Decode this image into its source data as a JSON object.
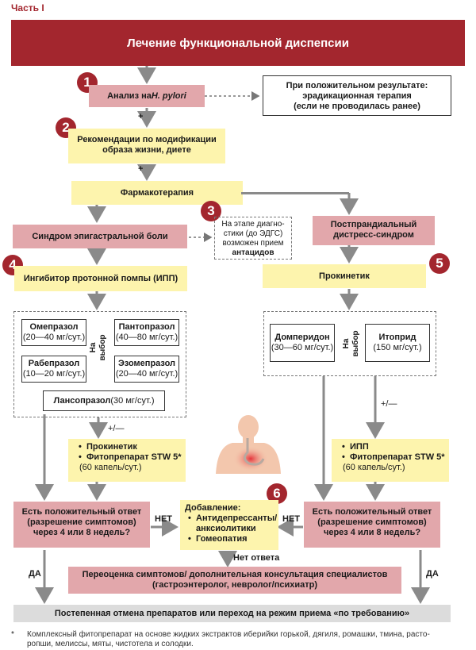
{
  "part_label": "Часть I",
  "title": "Лечение функциональной диспепсии",
  "steps": {
    "s1": "1",
    "s2": "2",
    "s3": "3",
    "s4": "4",
    "s5": "5",
    "s6": "6"
  },
  "hp_test": {
    "prefix": "Анализ на ",
    "italic": "H. pylori"
  },
  "hp_positive": {
    "line1": "При положительном результате:",
    "line2": "эрадикационная терапия",
    "line3": "(если не проводилась ранее)"
  },
  "plus": "+",
  "lifestyle": {
    "line1": "Рекомендации по модификации",
    "line2": "образа жизни, диете"
  },
  "pharmacotherapy": "Фармакотерапия",
  "epigastric": "Синдром эпигастральной боли",
  "antacids": {
    "line1": "На этапе диагно-",
    "line2": "стики (до ЭДГС)",
    "line3": "возможен прием",
    "line4": "антацидов"
  },
  "postprandial": {
    "line1": "Постпрандиальный",
    "line2": "дистресс-синдром"
  },
  "ppi": "Ингибитор протонной помпы (ИПП)",
  "prokinetic": "Прокинетик",
  "choice": "На выбор",
  "ppi_drugs": [
    {
      "name": "Омепразол",
      "dose": "(20—40 мг/сут.)"
    },
    {
      "name": "Пантопразол",
      "dose": "(40—80 мг/сут.)"
    },
    {
      "name": "Рабепразол",
      "dose": "(10—20 мг/сут.)"
    },
    {
      "name": "Эзомепразол",
      "dose": "(20—40 мг/сут.)"
    }
  ],
  "lansoprazole": {
    "name": "Лансопразол",
    "dose": " (30 мг/сут.)"
  },
  "prokinetic_drugs": [
    {
      "name": "Домперидон",
      "dose": "(30—60 мг/сут.)"
    },
    {
      "name": "Итоприд",
      "dose": "(150 мг/сут.)"
    }
  ],
  "plus_minus": "+/—",
  "left_addon": {
    "item1": "Прокинетик",
    "item2": "Фитопрепарат STW 5*",
    "dose": "(60 капель/сут.)"
  },
  "right_addon": {
    "item1": "ИПП",
    "item2": "Фитопрепарат STW 5*",
    "dose": "(60 капель/сут.)"
  },
  "response": {
    "line1": "Есть положительный ответ",
    "line2": "(разрешение симптомов)",
    "line3": "через 4 или 8 недель?"
  },
  "no": "НЕТ",
  "yes": "ДА",
  "addition": {
    "title": "Добавление:",
    "item1a": "Антидепрессанты/",
    "item1b": "анксиолитики",
    "item2": "Гомеопатия"
  },
  "no_response": "Нет ответа",
  "reassess": {
    "line1": "Переоценка симптомов/ дополнительная консультация специалистов",
    "line2": "(гастроэнтеролог, невролог/психиатр)"
  },
  "final": "Постепенная отмена препаратов или переход на режим приема «по требованию»",
  "footnote_mark": "*",
  "footnote": "Комплексный фитопрепарат на основе жидких экстрактов иберийки горькой, дягиля, ромашки, тмина, расто-ропши, мелиссы, мяты, чистотела и солодки.",
  "colors": {
    "banner": "#a3262e",
    "pink": "#e2a7ab",
    "yellow": "#fdf4ad",
    "arrow": "#8a8a8a",
    "badge": "#a3262e"
  }
}
